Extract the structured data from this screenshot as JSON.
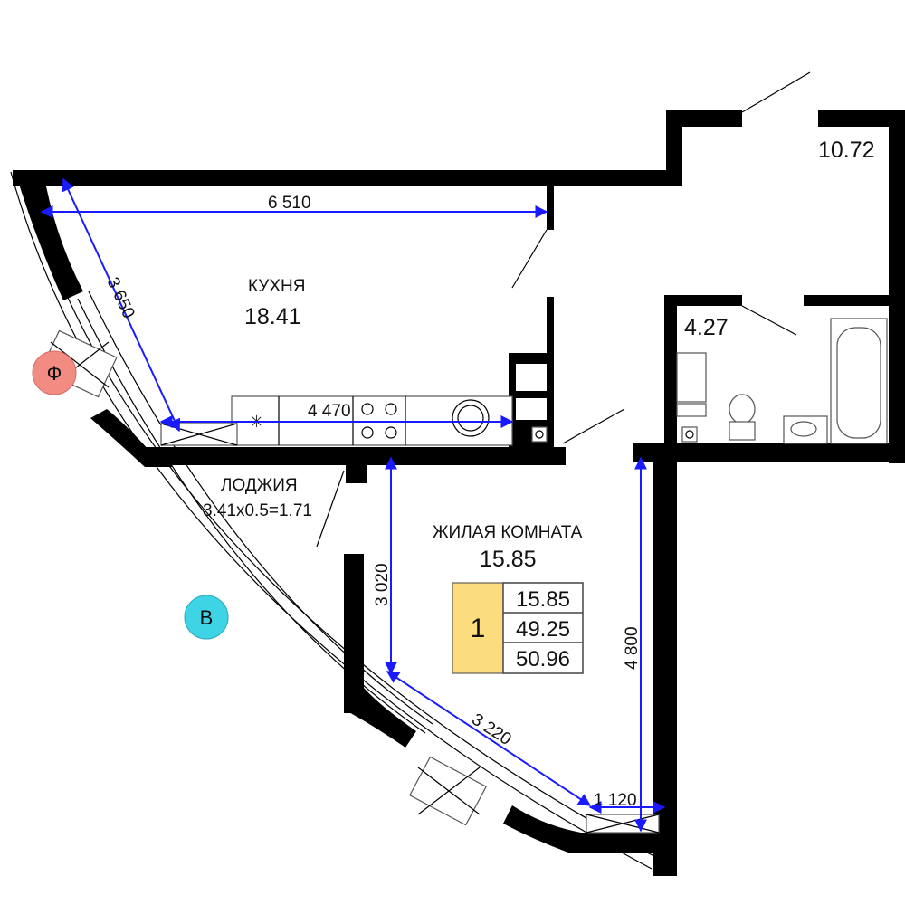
{
  "rooms": {
    "kitchen": {
      "name": "КУХНЯ",
      "area": "18.41"
    },
    "living": {
      "name": "ЖИЛАЯ КОМНАТА",
      "area": "15.85"
    },
    "loggia": {
      "name": "ЛОДЖИЯ",
      "area_formula": "3.41x0.5=1.71"
    },
    "hall": {
      "area": "10.72"
    },
    "bathroom": {
      "area": "4.27"
    }
  },
  "dimensions": {
    "kitchen_width": "6 510",
    "kitchen_diag": "3 650",
    "kitchen_counter": "4 470",
    "living_left": "3 020",
    "living_right": "4 800",
    "living_diag": "3 220",
    "window_bottom": "1 120"
  },
  "markers": {
    "facade_letter": "Ф",
    "facade_color": "#f28b82",
    "side_letter": "В",
    "side_color": "#3fd3e6"
  },
  "summary": {
    "rooms_count": "1",
    "living_area": "15.85",
    "total_area": "49.25",
    "total_with_loggia": "50.96",
    "badge_color": "#fbdd7e"
  },
  "colors": {
    "dimension_lines": "#1a1aff",
    "walls": "#000000"
  }
}
